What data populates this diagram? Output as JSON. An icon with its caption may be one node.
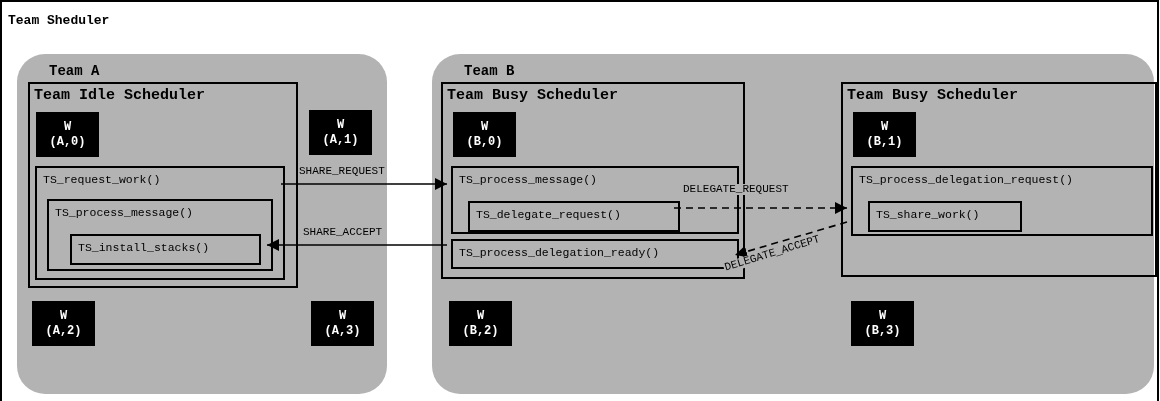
{
  "diagram": {
    "nodes": [
      {
        "text": [
          "Team Sheduler"
        ]
      },
      {
        "text": [
          "Team A"
        ],
        "in": 0
      },
      {
        "text": [
          "Team Idle Scheduler"
        ],
        "in": 1
      },
      {
        "text": [
          "W (A,0)"
        ],
        "in": 2
      },
      {
        "text": [
          "TS_request_work()"
        ],
        "in": 2
      },
      {
        "text": [
          "TS_process_message()"
        ],
        "in": 4
      },
      {
        "text": [
          "TS_install_stacks()"
        ],
        "in": 5
      },
      {
        "text": [
          "W (A,1)"
        ],
        "in": 1
      },
      {
        "text": [
          "W (A,2)"
        ],
        "in": 1
      },
      {
        "text": [
          "W (A,3)"
        ],
        "in": 1
      },
      {
        "text": [
          "Team B"
        ],
        "in": 0
      },
      {
        "text": [
          "Team Busy Scheduler"
        ],
        "in": 10
      },
      {
        "text": [
          "W (B,0)"
        ],
        "in": 11
      },
      {
        "text": [
          "TS_process_message()"
        ],
        "in": 11
      },
      {
        "text": [
          "TS_delegate_request()"
        ],
        "in": 13
      },
      {
        "text": [
          "TS_process_delegation_ready()"
        ],
        "in": 11
      },
      {
        "text": [
          "Team Busy Scheduler"
        ],
        "in": 10
      },
      {
        "text": [
          "W (B,1)"
        ],
        "in": 16
      },
      {
        "text": [
          "TS_process_delegation_request()"
        ],
        "in": 16
      },
      {
        "text": [
          "TS_share_work()"
        ],
        "in": 18
      },
      {
        "text": [
          "W (B,2)"
        ],
        "in": 10
      },
      {
        "text": [
          "W (B,3)"
        ],
        "in": 10
      }
    ],
    "edges": [
      {
        "from": 4,
        "to": 13,
        "arrow": "to",
        "label": "SHARE_REQUEST"
      },
      {
        "from": 15,
        "to": 5,
        "arrow": "to",
        "label": "SHARE_ACCEPT"
      },
      {
        "from": 14,
        "to": 18,
        "arrow": "to",
        "label": "DELEGATE_REQUEST",
        "style": "dashed"
      },
      {
        "from": 18,
        "to": 15,
        "arrow": "to",
        "label": "DELEGATE_ACCEPT",
        "style": "dashed"
      }
    ]
  }
}
